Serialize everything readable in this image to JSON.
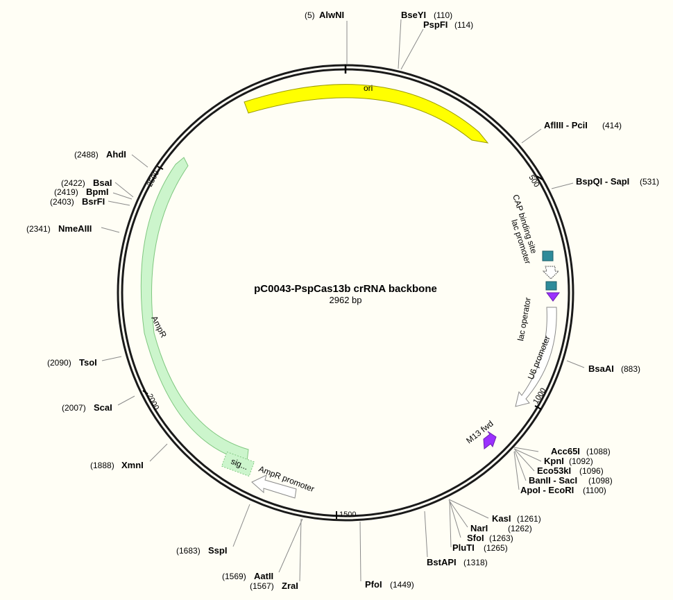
{
  "plasmid": {
    "name": "pC0043-PspCas13b crRNA backbone",
    "length_label": "2962 bp"
  },
  "ticks": [
    {
      "label": "500"
    },
    {
      "label": "1000"
    },
    {
      "label": "1500"
    },
    {
      "label": "2000"
    },
    {
      "label": "2500"
    }
  ],
  "sites": [
    {
      "name": "AlwNI",
      "pos": "(5)"
    },
    {
      "name": "BseYI",
      "pos": "(110)"
    },
    {
      "name": "PspFI",
      "pos": "(114)"
    },
    {
      "name": "AflIII - PciI",
      "pos": "(414)"
    },
    {
      "name": "BspQI - SapI",
      "pos": "(531)"
    },
    {
      "name": "BsaAI",
      "pos": "(883)"
    },
    {
      "name": "Acc65I",
      "pos": "(1088)"
    },
    {
      "name": "KpnI",
      "pos": "(1092)"
    },
    {
      "name": "Eco53kI",
      "pos": "(1096)"
    },
    {
      "name": "BanII - SacI",
      "pos": "(1098)"
    },
    {
      "name": "ApoI - EcoRI",
      "pos": "(1100)"
    },
    {
      "name": "KasI",
      "pos": "(1261)"
    },
    {
      "name": "NarI",
      "pos": "(1262)"
    },
    {
      "name": "SfoI",
      "pos": "(1263)"
    },
    {
      "name": "PluTI",
      "pos": "(1265)"
    },
    {
      "name": "BstAPI",
      "pos": "(1318)"
    },
    {
      "name": "PfoI",
      "pos": "(1449)"
    },
    {
      "name": "AatII",
      "pos": "(1569)"
    },
    {
      "name": "ZraI",
      "pos": "(1567)"
    },
    {
      "name": "SspI",
      "pos": "(1683)"
    },
    {
      "name": "XmnI",
      "pos": "(1888)"
    },
    {
      "name": "ScaI",
      "pos": "(2007)"
    },
    {
      "name": "TsoI",
      "pos": "(2090)"
    },
    {
      "name": "NmeAIII",
      "pos": "(2341)"
    },
    {
      "name": "BsrFI",
      "pos": "(2403)"
    },
    {
      "name": "BpmI",
      "pos": "(2419)"
    },
    {
      "name": "BsaI",
      "pos": "(2422)"
    },
    {
      "name": "AhdI",
      "pos": "(2488)"
    }
  ],
  "features": [
    {
      "label": "ori",
      "color": "#ffff00",
      "stroke": "#9a9a00"
    },
    {
      "label": "CAP binding site",
      "color": "#2e8b9a"
    },
    {
      "label": "lac promoter",
      "color": "#ffffff"
    },
    {
      "label": "lac operator",
      "color": "#2e8b9a"
    },
    {
      "label": "U6 promoter",
      "color": "#ffffff"
    },
    {
      "label": "M13 fwd",
      "color": "#9b30ff"
    },
    {
      "label": "AmpR promoter",
      "color": "#ffffff"
    },
    {
      "label": "AmpR",
      "color": "#ccf5cc"
    },
    {
      "label": "sig...",
      "color": "#ccf5cc"
    }
  ],
  "colors": {
    "background": "#fffef5",
    "backbone": "#1a1a1a",
    "leader": "#8a8a8a"
  }
}
